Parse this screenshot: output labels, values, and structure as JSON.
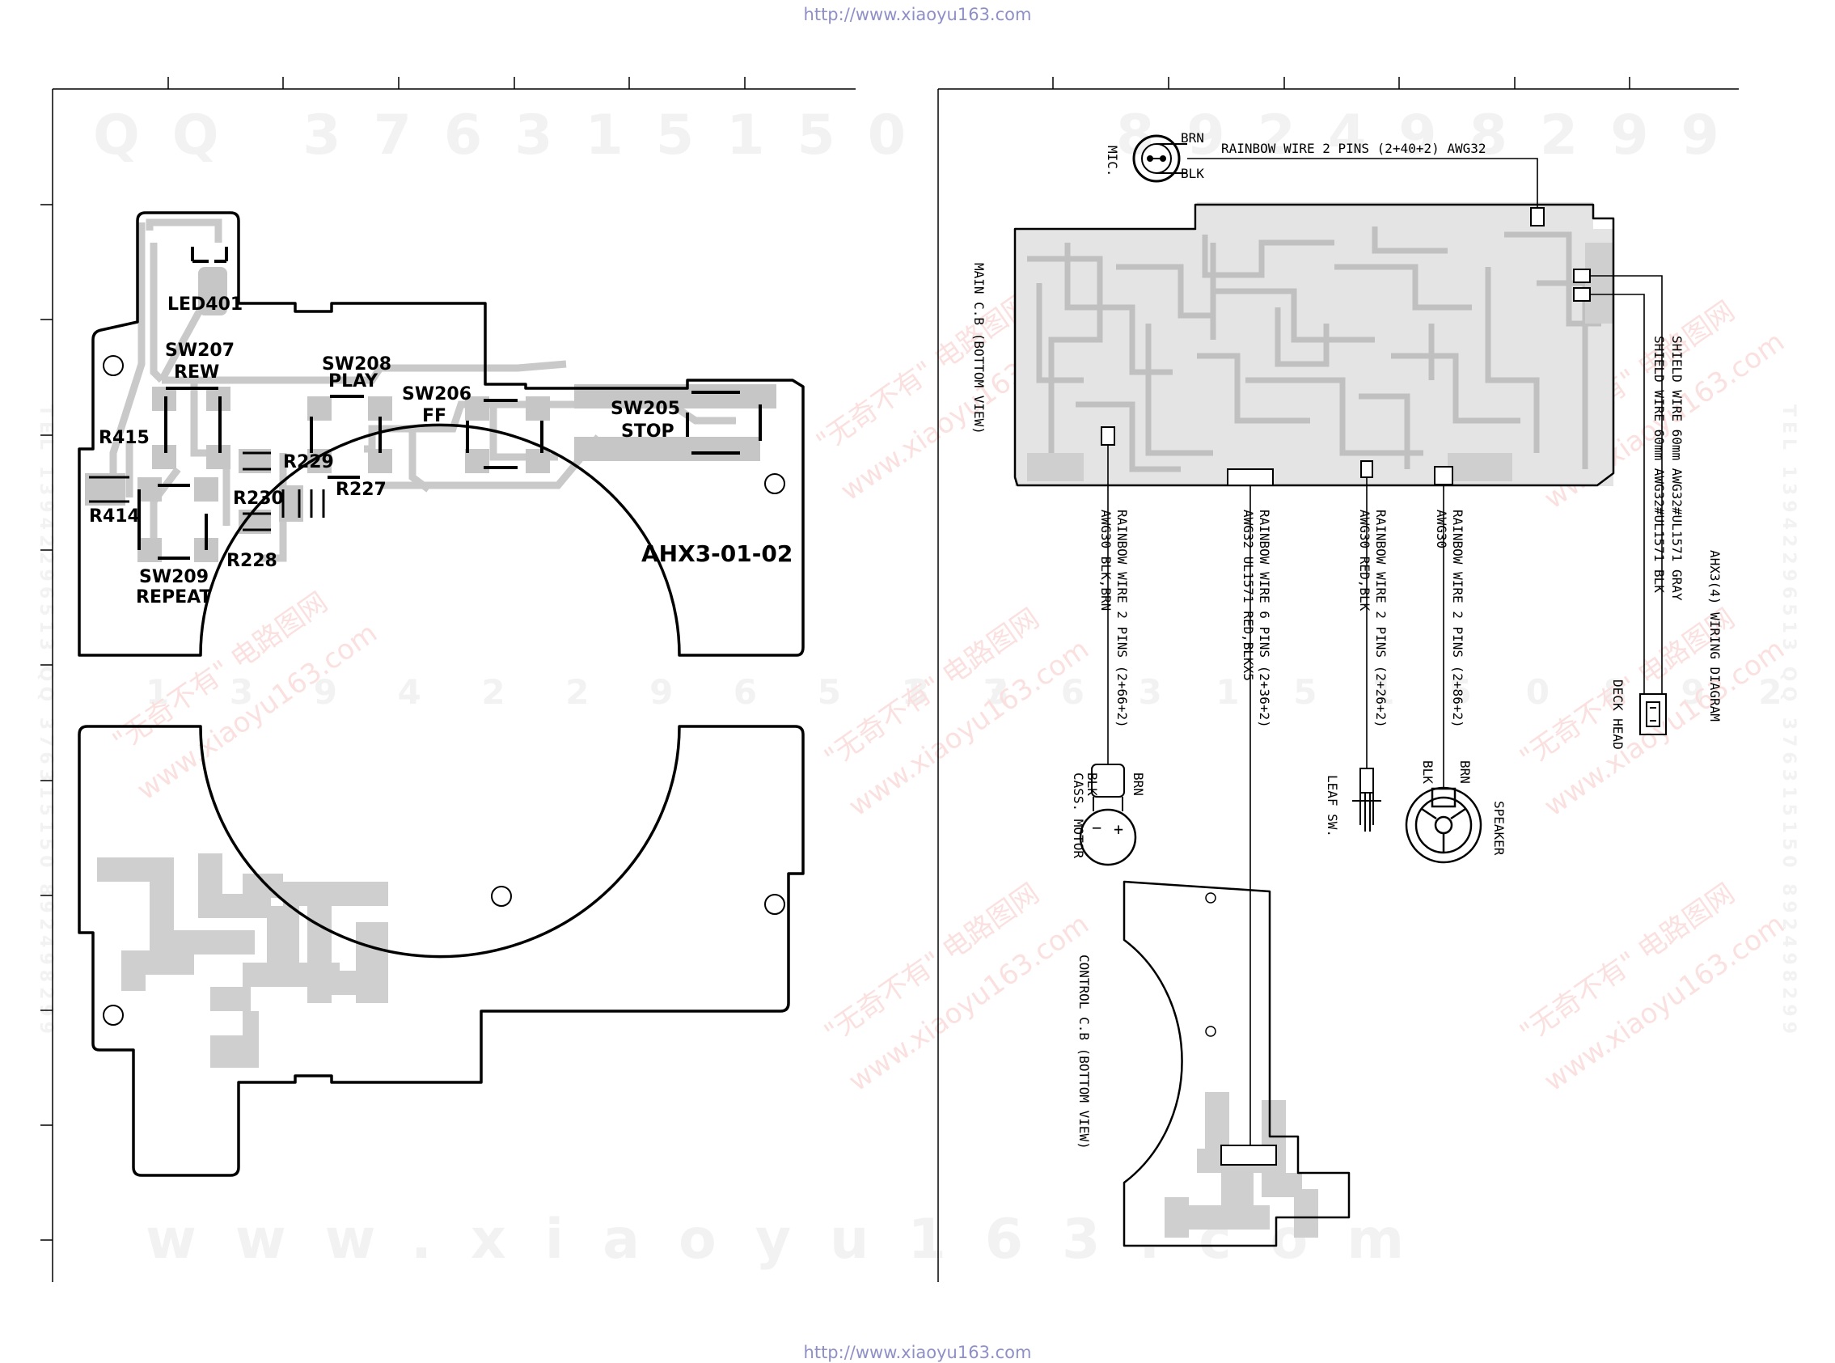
{
  "header_url": "http://www.xiaoyu163.com",
  "footer_url": "http://www.xiaoyu163.com",
  "watermarks": {
    "left_top": "QQ 376315150",
    "right_top": "892498299",
    "middle": "1 3 9 4 2 2 9 6 5 1 3",
    "middle_right": "3 7 6 3 1 5 1 5 0 8 9 2 4 9 8",
    "bottom": "www.xiaoyu163.com",
    "side_right": "TEL 13942296513 QQ 376315150 892498299",
    "side_left": "TEL 13942296513 QQ 376315150 892498299",
    "red_cn": "\"无奇不有\" 电路图网",
    "red_url": "www.xiaoyu163.com"
  },
  "left_panel": {
    "board_code": "AHX3-01-02",
    "components": {
      "led401": "LED401",
      "sw207": "SW207",
      "sw207_func": "REW",
      "sw208": "SW208",
      "sw208_func": "PLAY",
      "sw206": "SW206",
      "sw206_func": "FF",
      "sw205": "SW205",
      "sw205_func": "STOP",
      "sw209": "SW209",
      "sw209_func": "REPEAT",
      "r415": "R415",
      "r414": "R414",
      "r229": "R229",
      "r230": "R230",
      "r227": "R227",
      "r228": "R228"
    }
  },
  "right_panel": {
    "diagram_title": "AHX3(4) WIRING DIAGRAM",
    "main_cb": "MAIN C.B (BOTTOM VIEW)",
    "control_cb": "CONTROL C.B (BOTTOM VIEW)",
    "mic": {
      "label": "MIC.",
      "brn": "BRN",
      "blk": "BLK",
      "wire": "RAINBOW WIRE 2 PINS (2+40+2) AWG32"
    },
    "motor": {
      "wire1": "RAINBOW WIRE 2 PINS (2+66+2)",
      "wire2": "AWG30 BLK,BRN",
      "label1": "CASS. MOTOR",
      "brn": "BRN",
      "blk": "BLK",
      "minus": "−",
      "plus": "+"
    },
    "control": {
      "wire1": "RAINBOW WIRE 6 PINS (2+36+2)",
      "wire2": "AWG32 UL1571 RED,BLKX5"
    },
    "leaf": {
      "wire1": "RAINBOW WIRE 2 PINS (2+26+2)",
      "wire2": "AWG30 RED,BLK",
      "label": "LEAF SW."
    },
    "speaker": {
      "wire1": "RAINBOW WIRE 2 PINS (2+86+2)",
      "wire2": "AWG30",
      "label": "SPEAKER",
      "brn": "BRN",
      "blk": "BLK"
    },
    "deck": {
      "wire1": "SHIELD WIRE 60mm AWG32#UL1571 GRAY",
      "wire2": "SHIELD WIRE 60mm AWG32#UL1571 BLK",
      "label": "DECK HEAD"
    }
  }
}
